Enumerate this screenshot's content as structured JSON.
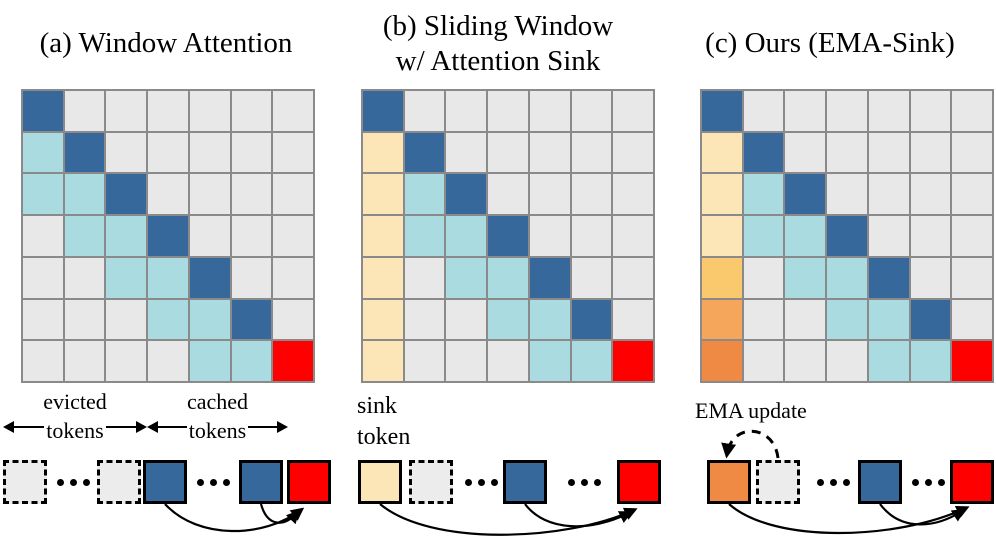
{
  "figure": {
    "description": "Comparison of attention masking / KV-cache schemes",
    "colors": {
      "empty": "#E8E8E8",
      "diagonal": "#36689B",
      "window": "#AADBE0",
      "current": "#FF0000",
      "sink": "#FCE5B6",
      "ema1": "#FBC96D",
      "ema2": "#F5A65A",
      "ema3": "#EE8A44",
      "evicted_fill": "#ECECEC",
      "grid_line": "#8A8A8A",
      "token_border": "#000000"
    },
    "cell_legend": {
      "g": "empty",
      "d": "diagonal current-token (dark blue)",
      "l": "cached window token (light blue)",
      "r": "newest token (red)",
      "s": "sink token (cream)",
      "y": "ema-updated sink light (gold)",
      "o": "ema-updated sink medium (orange)",
      "O": "ema-updated sink strong (dark orange)"
    },
    "panels": [
      {
        "key": "a",
        "title_line1": "(a) Window Attention",
        "title_line2": "",
        "grid_rows": [
          "dgggggg",
          "ldggggg",
          "lldgggg",
          "glldggg",
          "gglldgg",
          "ggglldg",
          "ggggllr"
        ],
        "annotation": {
          "evicted_word": "evicted",
          "cached_word": "cached",
          "tokens_word": "tokens"
        },
        "tokens": [
          "evicted",
          "dots",
          "evicted",
          "cached",
          "dots",
          "cached",
          "current"
        ]
      },
      {
        "key": "b",
        "title_line1": "(b) Sliding Window",
        "title_line2": "w/ Attention Sink",
        "grid_rows": [
          "dgggggg",
          "sdggggg",
          "sldgggg",
          "slldggg",
          "sglldgg",
          "sgglldg",
          "sgggllr"
        ],
        "annotation": {
          "sink_line1": "sink",
          "sink_line2": "token"
        },
        "tokens": [
          "sink",
          "evicted",
          "dots",
          "cached",
          "dots",
          "current"
        ]
      },
      {
        "key": "c",
        "title_line1": "(c) Ours (EMA-Sink)",
        "title_line2": "",
        "grid_rows": [
          "dgggggg",
          "sdggggg",
          "sldgggg",
          "slldggg",
          "yglldgg",
          "ogglldg",
          "Ogggllr"
        ],
        "annotation": {
          "ema_label": "EMA update"
        },
        "tokens": [
          "ema",
          "evicted",
          "dots",
          "cached",
          "dots",
          "current"
        ]
      }
    ]
  }
}
